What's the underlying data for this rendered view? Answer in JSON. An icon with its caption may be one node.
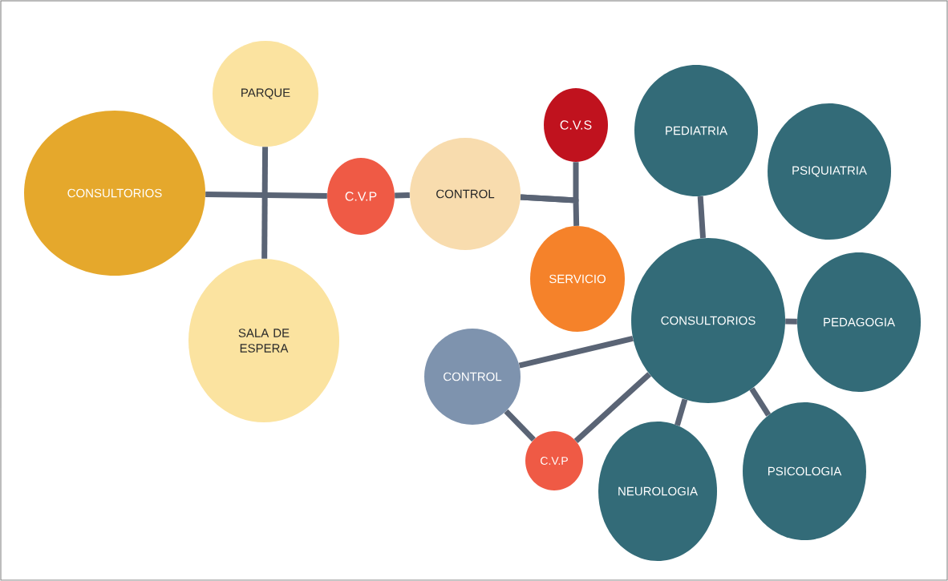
{
  "diagram": {
    "nodes": [
      {
        "text": [
          "CONSULTORIOS"
        ]
      },
      {
        "text": [
          "PARQUE"
        ]
      },
      {
        "text": [
          "SALA DE ESPERA"
        ]
      },
      {
        "text": [
          "C.V.P"
        ]
      },
      {
        "text": [
          "CONTROL"
        ]
      },
      {
        "text": [
          "C.V.S"
        ]
      },
      {
        "text": [
          "SERVICIO"
        ]
      },
      {
        "text": [
          "PEDIATRIA"
        ]
      },
      {
        "text": [
          "PSIQUIATRIA"
        ]
      },
      {
        "text": [
          "CONSULTORIOS"
        ]
      },
      {
        "text": [
          "PEDAGOGIA"
        ]
      },
      {
        "text": [
          "CONTROL"
        ]
      },
      {
        "text": [
          "C.V.P"
        ]
      },
      {
        "text": [
          "NEUROLOGIA"
        ]
      },
      {
        "text": [
          "PSICOLOGIA"
        ]
      }
    ],
    "edges": [
      {
        "from": 0,
        "to": 3,
        "arrow": "none"
      },
      {
        "from": 1,
        "to": 2,
        "arrow": "none"
      },
      {
        "from": 3,
        "to": 4,
        "arrow": "none"
      },
      {
        "from": 4,
        "to": 5,
        "arrow": "none"
      },
      {
        "from": 4,
        "to": 6,
        "arrow": "none"
      },
      {
        "from": 7,
        "to": 9,
        "arrow": "none"
      },
      {
        "from": 9,
        "to": 10,
        "arrow": "none"
      },
      {
        "from": 9,
        "to": 11,
        "arrow": "none"
      },
      {
        "from": 9,
        "to": 12,
        "arrow": "none"
      },
      {
        "from": 9,
        "to": 13,
        "arrow": "none"
      },
      {
        "from": 9,
        "to": 14,
        "arrow": "none"
      },
      {
        "from": 11,
        "to": 12,
        "arrow": "none"
      }
    ]
  }
}
